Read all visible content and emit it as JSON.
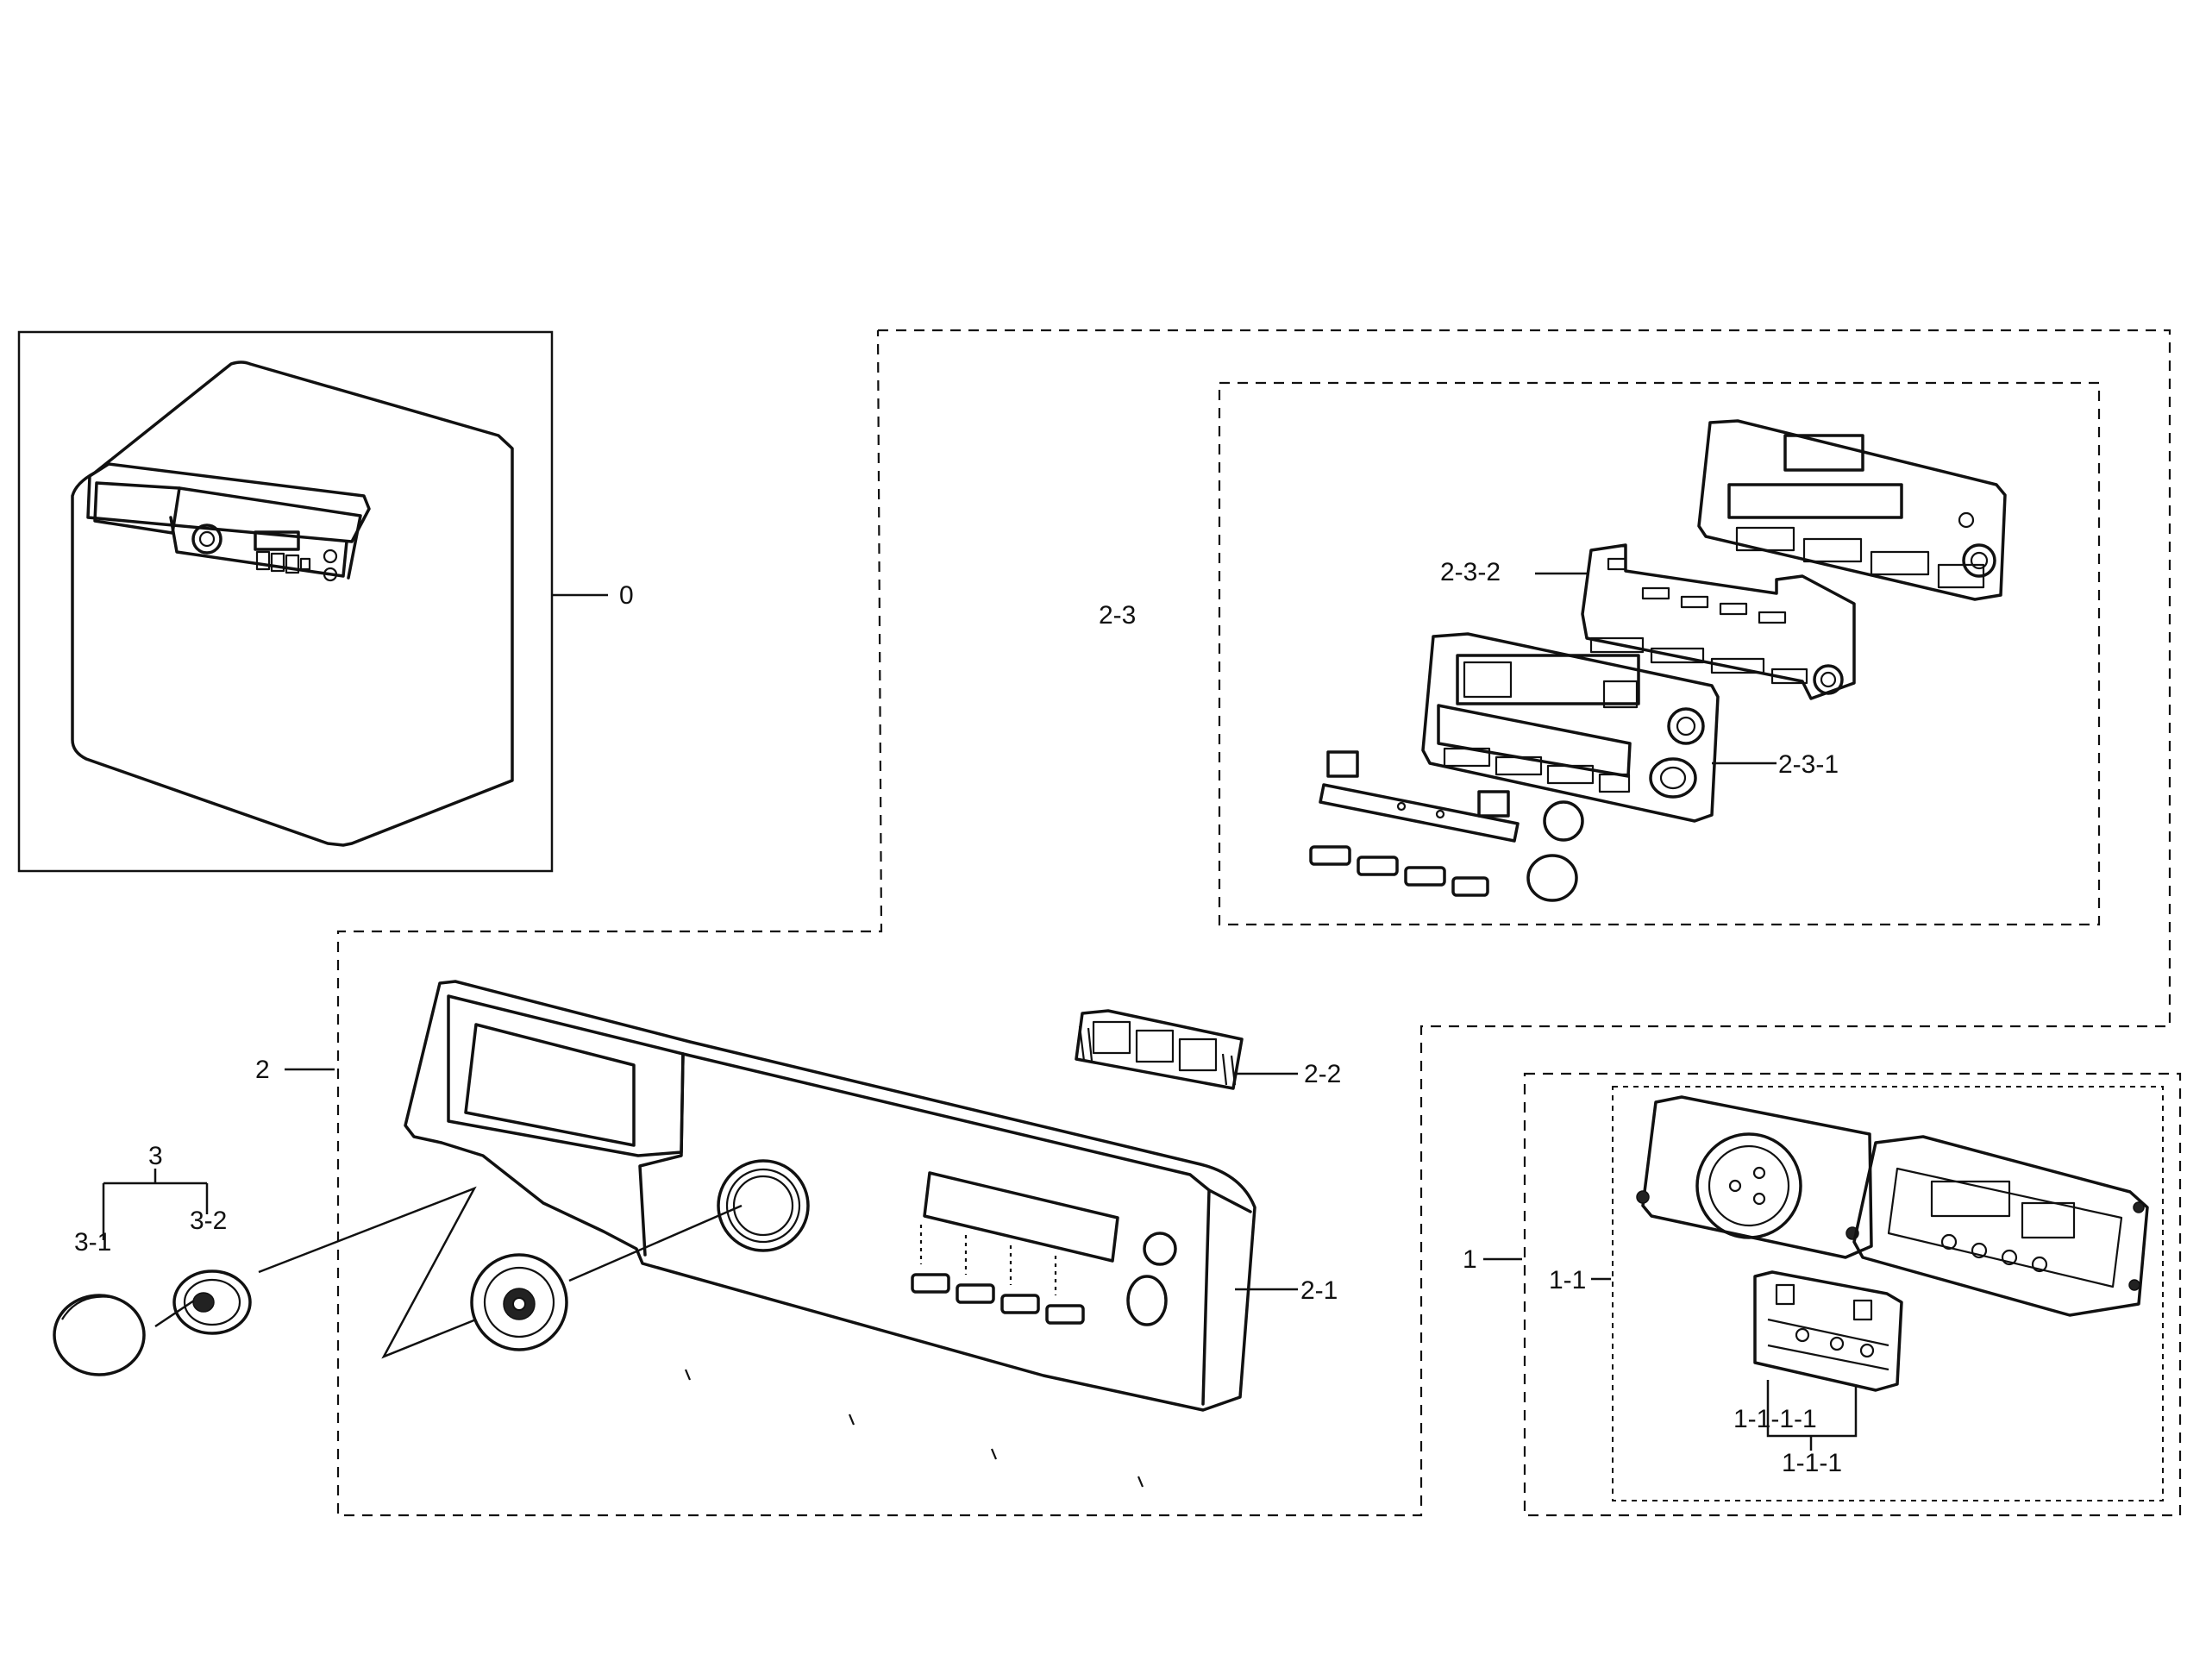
{
  "callouts": {
    "c0": "0",
    "c1": "1",
    "c1_1": "1-1",
    "c1_1_1": "1-1-1",
    "c1_1_1_1": "1-1-1-1",
    "c2": "2",
    "c2_1": "2-1",
    "c2_2": "2-2",
    "c2_3": "2-3",
    "c2_3_1": "2-3-1",
    "c2_3_2": "2-3-2",
    "c3": "3",
    "c3_1": "3-1",
    "c3_2": "3-2"
  },
  "colors": {
    "line": "#111111",
    "background": "#ffffff"
  }
}
